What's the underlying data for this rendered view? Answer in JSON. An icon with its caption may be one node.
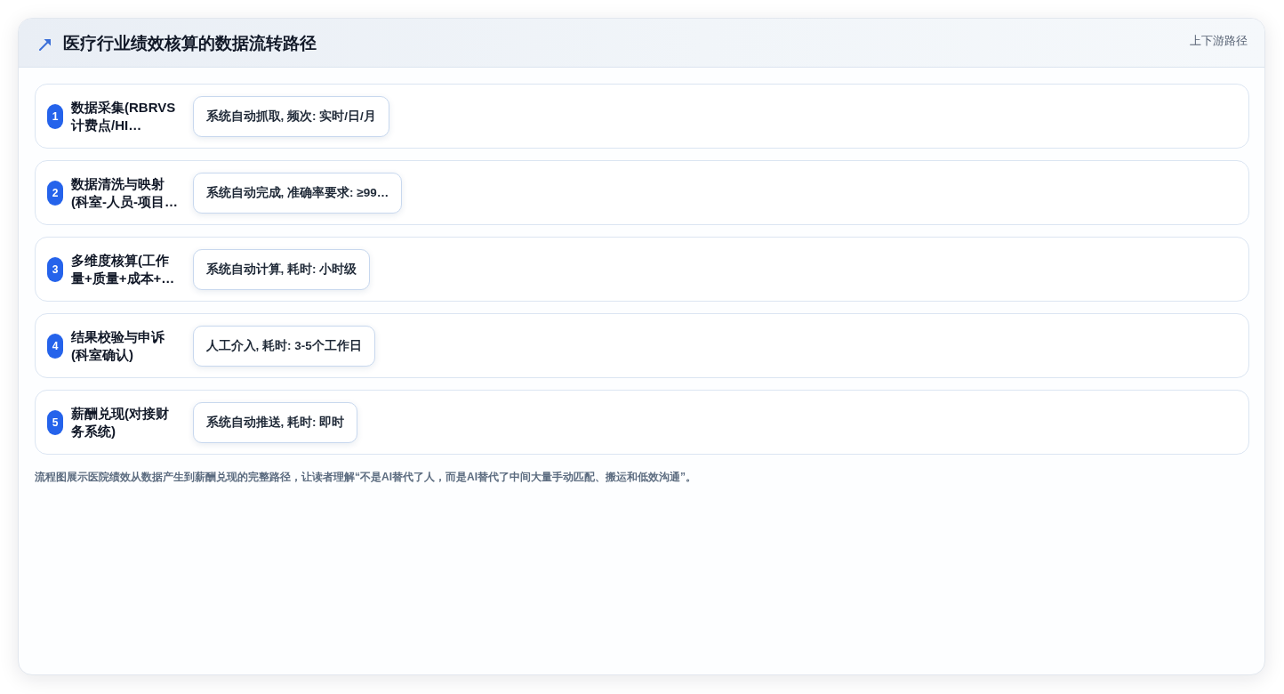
{
  "diagram": {
    "title": "医疗行业绩效核算的数据流转路径",
    "caption": "流程图展示医院绩效从数据产生到薪酬兑现的完整路径，让读者理解“不是AI替代了人，而是AI替代了中间大量手动匹配、搬运和低效沟通”。",
    "nodes": [
      {
        "text": [
          "数据采集(RBRVS计费点/HI…"
        ]
      },
      {
        "text": [
          "1"
        ],
        "in": 0
      },
      {
        "text": [
          "系统自动抓取, 频次: 实时/日/月"
        ],
        "in": 0
      },
      {
        "text": [
          "数据清洗与映射(科室-人员-项目…"
        ]
      },
      {
        "text": [
          "2"
        ],
        "in": 3
      },
      {
        "text": [
          "系统自动完成, 准确率要求: ≥99…"
        ],
        "in": 3
      },
      {
        "text": [
          "多维度核算(工作量+质量+成本+…"
        ]
      },
      {
        "text": [
          "3"
        ],
        "in": 6
      },
      {
        "text": [
          "系统自动计算, 耗时: 小时级"
        ],
        "in": 6
      },
      {
        "text": [
          "结果校验与申诉(科室确认)"
        ]
      },
      {
        "text": [
          "4"
        ],
        "in": 9
      },
      {
        "text": [
          "人工介入, 耗时: 3-5个工作日"
        ],
        "in": 9
      },
      {
        "text": [
          "薪酬兑现(对接财务系统)"
        ]
      },
      {
        "text": [
          "5"
        ],
        "in": 12
      },
      {
        "text": [
          "系统自动推送, 耗时: 即时"
        ],
        "in": 12
      }
    ],
    "labels": [
      "上下游路径"
    ]
  }
}
